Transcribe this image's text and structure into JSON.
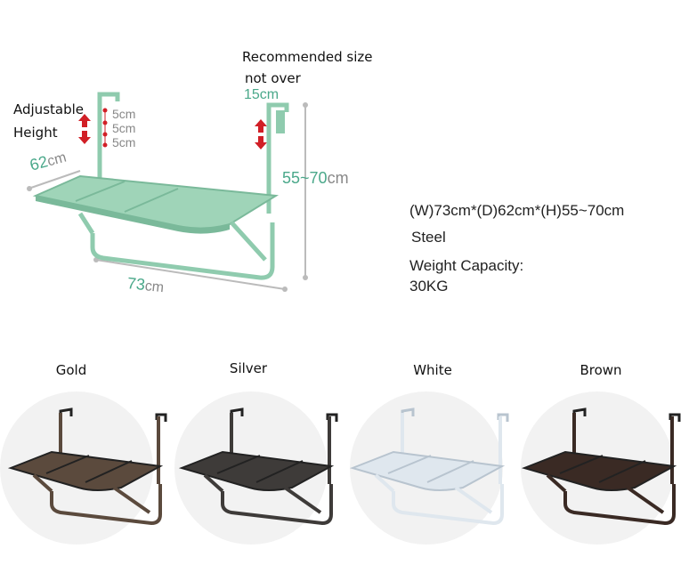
{
  "diagram": {
    "adjustable_height_line1": "Adjustable",
    "adjustable_height_line2": "Height",
    "step1": "5cm",
    "step2": "5cm",
    "step3": "5cm",
    "recommended_line1": "Recommended size",
    "recommended_line2": "not over",
    "recommended_value": "15cm",
    "depth_value": "62",
    "depth_unit": "cm",
    "width_value": "73",
    "width_unit": "cm",
    "height_value": "55~70",
    "height_unit": "cm",
    "table_color": "#9fd4b8",
    "accent_color": "#4aa88a"
  },
  "specs": {
    "dimensions": "(W)73cm*(D)62cm*(H)55~70cm",
    "material": "Steel",
    "capacity_label": "Weight Capacity:",
    "capacity_value": "30KG"
  },
  "variants": [
    {
      "name": "Gold",
      "color": "#5b4a3d"
    },
    {
      "name": "Silver",
      "color": "#3e3b39"
    },
    {
      "name": "White",
      "color": "#dfe7ee"
    },
    {
      "name": "Brown",
      "color": "#3a2a24"
    }
  ]
}
